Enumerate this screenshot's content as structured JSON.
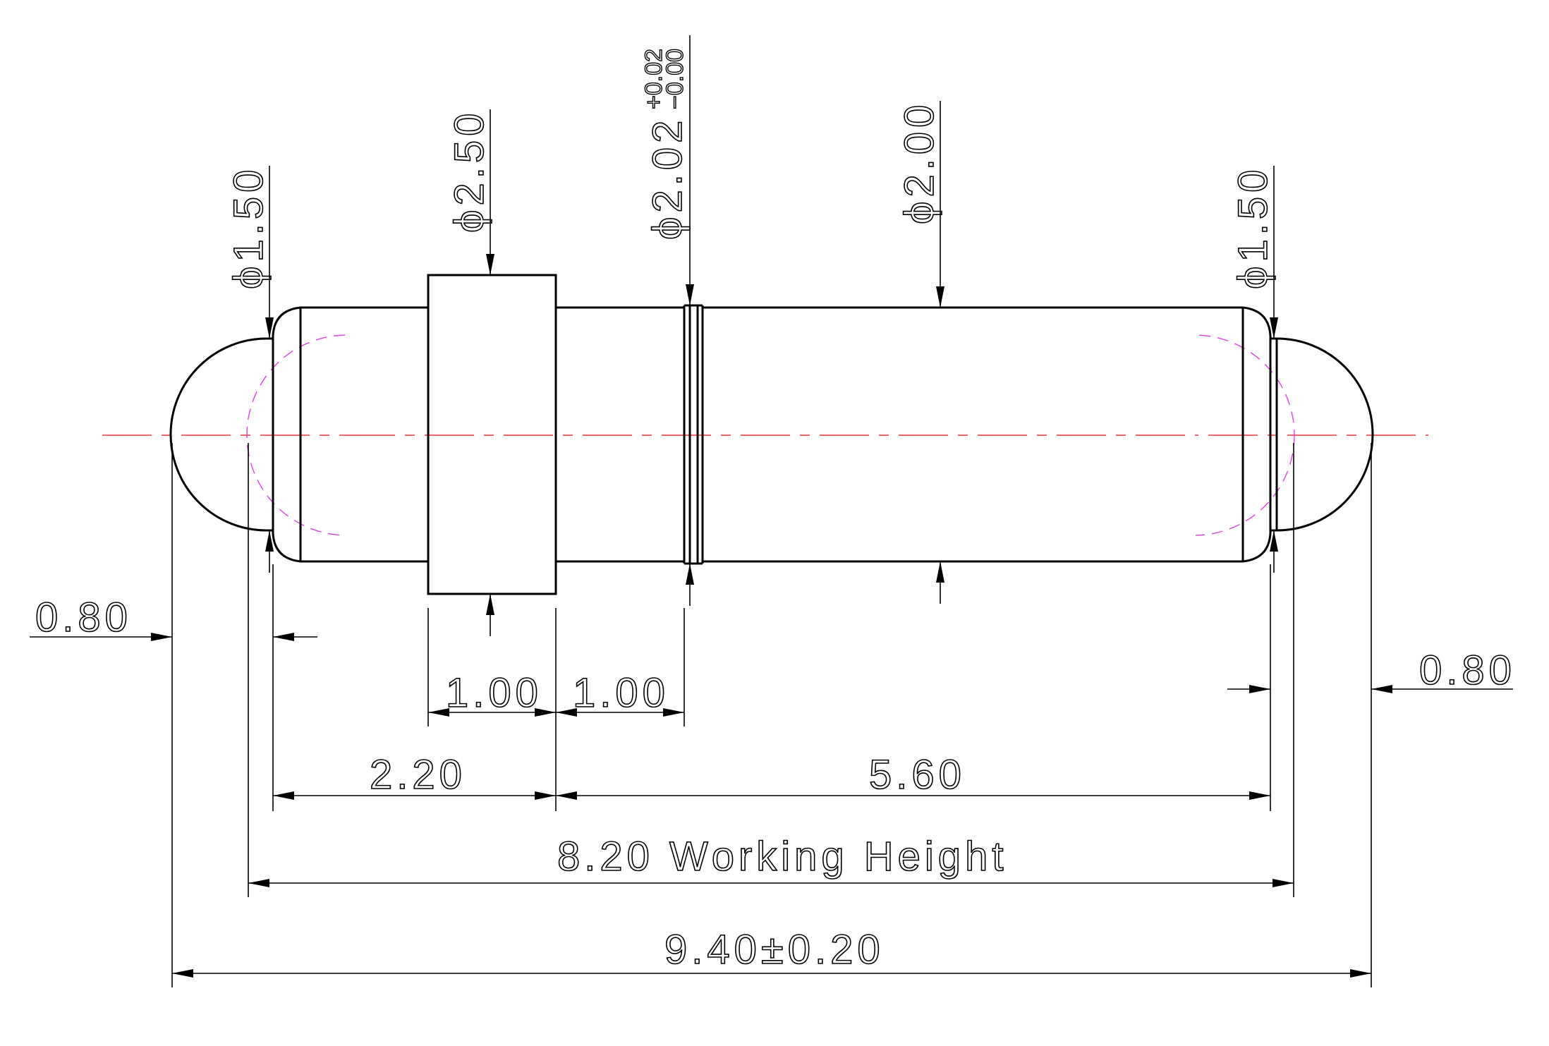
{
  "dimensions": {
    "tip_left_diameter": "ϕ1.50",
    "collar_diameter": "ϕ2.50",
    "groove_diameter": "ϕ2.02",
    "groove_tol_plus": "+0.02",
    "groove_tol_minus": "−0.00",
    "barrel_diameter": "ϕ2.00",
    "tip_right_diameter": "ϕ1.50",
    "tip_left_length": "0.80",
    "tip_right_length": "0.80",
    "collar_width": "1.00",
    "collar_to_groove": "1.00",
    "left_section": "2.20",
    "right_section": "5.60",
    "working_height": "8.20 Working Height",
    "overall_length": "9.40±0.20"
  },
  "colors": {
    "outline": "#000000",
    "centerline": "#e8323c",
    "hidden_line": "#e040e0",
    "background": "#ffffff"
  }
}
